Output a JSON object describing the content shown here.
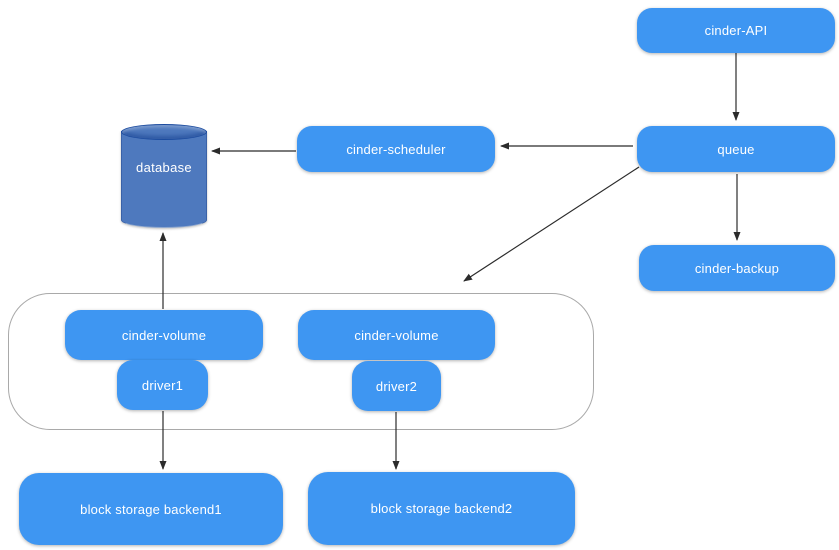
{
  "diagram": {
    "nodes": {
      "cinder_api": {
        "label": "cinder-API"
      },
      "queue": {
        "label": "queue"
      },
      "cinder_scheduler": {
        "label": "cinder-scheduler"
      },
      "database": {
        "label": "database"
      },
      "cinder_backup": {
        "label": "cinder-backup"
      },
      "cinder_volume_1": {
        "label": "cinder-volume"
      },
      "cinder_volume_2": {
        "label": "cinder-volume"
      },
      "driver_1": {
        "label": "driver1"
      },
      "driver_2": {
        "label": "driver2"
      },
      "backend_1": {
        "label": "block storage backend1"
      },
      "backend_2": {
        "label": "block storage backend2"
      }
    },
    "edges": [
      {
        "from": "cinder-API",
        "to": "queue"
      },
      {
        "from": "queue",
        "to": "cinder-scheduler"
      },
      {
        "from": "cinder-scheduler",
        "to": "database"
      },
      {
        "from": "queue",
        "to": "cinder-backup"
      },
      {
        "from": "queue",
        "to": "cinder-volume-group"
      },
      {
        "from": "cinder-volume",
        "to": "database"
      },
      {
        "from": "driver1",
        "to": "block storage backend1"
      },
      {
        "from": "driver2",
        "to": "block storage backend2"
      }
    ],
    "colors": {
      "node_blue": "#3E96F2",
      "database_blue": "#4E79BE",
      "database_rim": "#1C4B9E",
      "text_white": "#FFFFFF",
      "arrow": "#2B2B2B",
      "container_border": "#A9A9A9"
    }
  }
}
